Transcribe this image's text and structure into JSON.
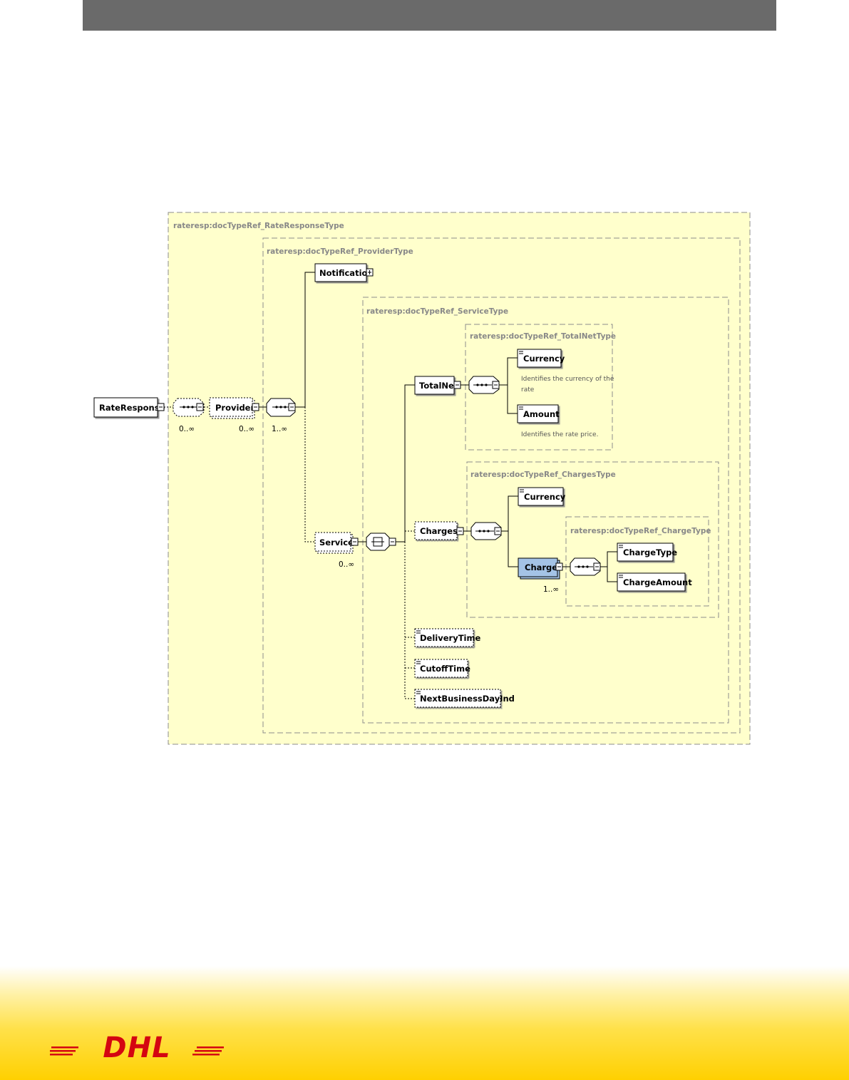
{
  "diagram": {
    "groups": {
      "rate_response_type": "rateresp:docTypeRef_RateResponseType",
      "provider_type": "rateresp:docTypeRef_ProviderType",
      "service_type": "rateresp:docTypeRef_ServiceType",
      "total_net_type": "rateresp:docTypeRef_TotalNetType",
      "charges_type": "rateresp:docTypeRef_ChargesType",
      "charge_type": "rateresp:docTypeRef_ChargeType"
    },
    "elements": {
      "rate_response": "RateResponse",
      "provider": "Provider",
      "notification": "Notification",
      "service": "Service",
      "total_net": "TotalNet",
      "currency": "Currency",
      "amount": "Amount",
      "charges": "Charges",
      "charges_currency": "Currency",
      "charge": "Charge",
      "charge_type": "ChargeType",
      "charge_amount": "ChargeAmount",
      "delivery_time": "DeliveryTime",
      "cutoff_time": "CutoffTime",
      "next_business_day_ind": "NextBusinessDayInd"
    },
    "cardinalities": {
      "sequence_1": "0..∞",
      "provider": "0..∞",
      "sequence_2": "1..∞",
      "service": "0..∞",
      "charge": "1..∞"
    },
    "annotations": {
      "currency_line1": "Identifies the currency of the",
      "currency_line2": "rate",
      "amount": "Identifies the rate price."
    }
  },
  "footer": {
    "logo_text": "DHL"
  },
  "colors": {
    "header": "#6a6a6a",
    "group_fill": "#ffffcc",
    "highlight": "#a4c3e6",
    "dhl_red": "#d40511",
    "dhl_yellow": "#ffcc00"
  }
}
